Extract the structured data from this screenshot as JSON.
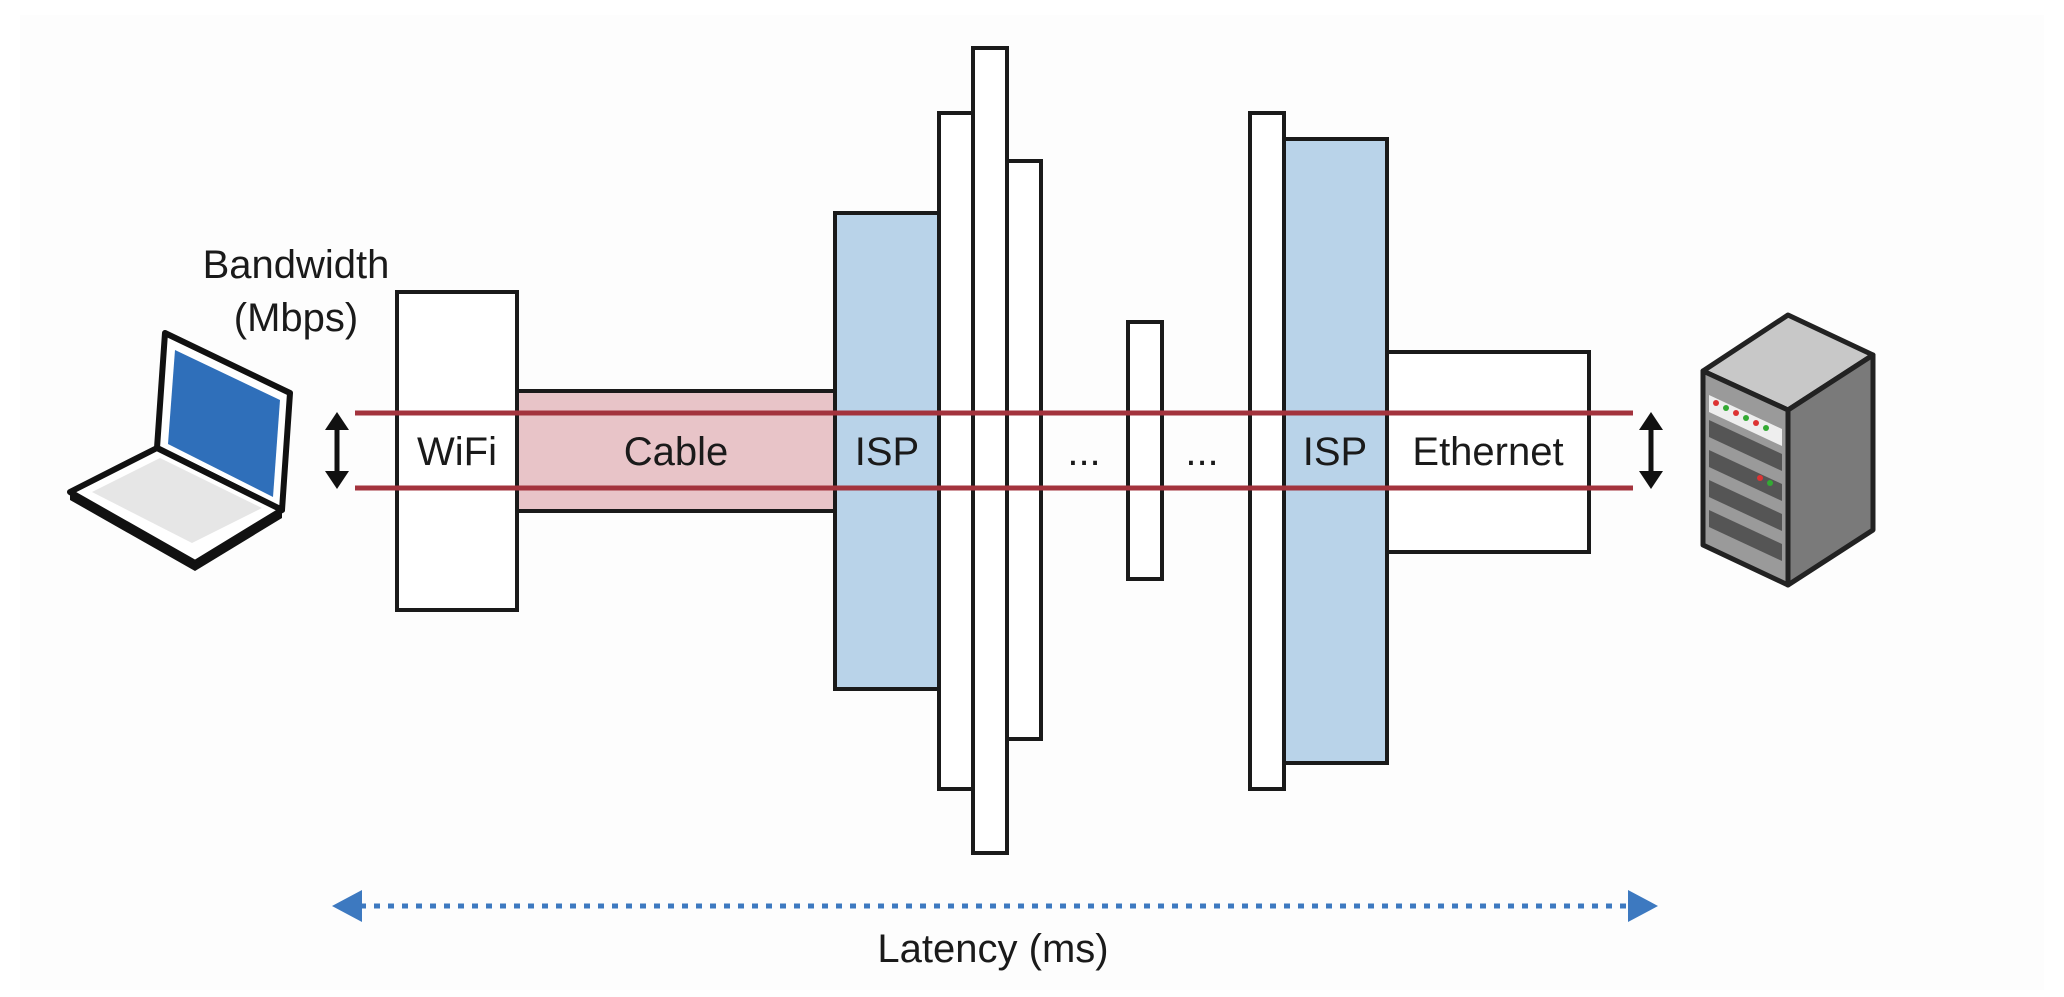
{
  "colors": {
    "background": "#fdfdfd",
    "frame_stroke": "#1a1a1a",
    "isp_fill": "#b9d3e9",
    "cable_fill": "#e8c4c8",
    "bandwidth_line": "#a3333d",
    "latency_arrow": "#3d79c0",
    "laptop_screen": "#2f6fba",
    "server_body": "#8f8f8f"
  },
  "labels": {
    "bandwidth_line1": "Bandwidth",
    "bandwidth_line2": "(Mbps)",
    "wifi": "WiFi",
    "cable": "Cable",
    "isp_left": "ISP",
    "ellipsis_left": "...",
    "ellipsis_right": "...",
    "isp_right": "ISP",
    "ethernet": "Ethernet",
    "latency": "Latency (ms)"
  },
  "icons": {
    "client": "laptop-icon",
    "server": "server-rack-icon",
    "bandwidth_indicator": "double-arrow-vertical-icon",
    "latency_indicator": "double-arrow-horizontal-dotted-icon"
  }
}
